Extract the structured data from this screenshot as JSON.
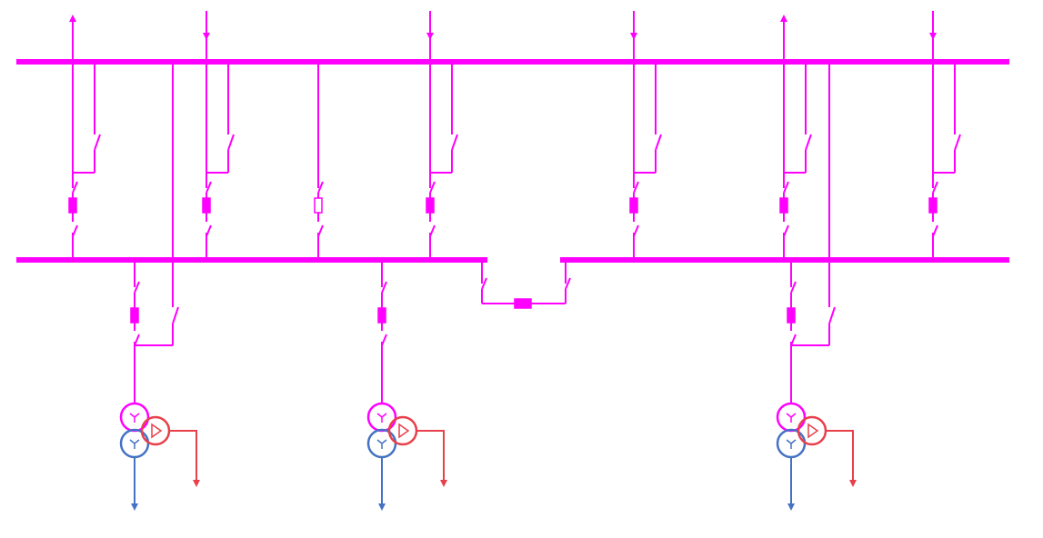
{
  "colors": {
    "background": "#ffffff",
    "bus": "#ff00ff",
    "mv_winding": "#4472c4",
    "lv_winding": "#e8404a"
  },
  "feeders_top": [
    {
      "id": "feeder-1",
      "direction": "out",
      "breaker": "closed"
    },
    {
      "id": "feeder-2",
      "direction": "in",
      "breaker": "closed"
    },
    {
      "id": "feeder-3",
      "direction": "in",
      "breaker": "closed"
    },
    {
      "id": "feeder-4",
      "direction": "in",
      "breaker": "closed"
    },
    {
      "id": "feeder-5",
      "direction": "out",
      "breaker": "closed"
    },
    {
      "id": "feeder-6",
      "direction": "in",
      "breaker": "closed"
    }
  ],
  "bus_coupler": {
    "breaker": "open"
  },
  "bus_section": {
    "breaker": "closed"
  },
  "transformers": [
    {
      "id": "transformer-1",
      "windings": [
        "star",
        "star",
        "delta"
      ]
    },
    {
      "id": "transformer-2",
      "windings": [
        "star",
        "star",
        "delta"
      ]
    },
    {
      "id": "transformer-3",
      "windings": [
        "star",
        "star",
        "delta"
      ]
    }
  ]
}
